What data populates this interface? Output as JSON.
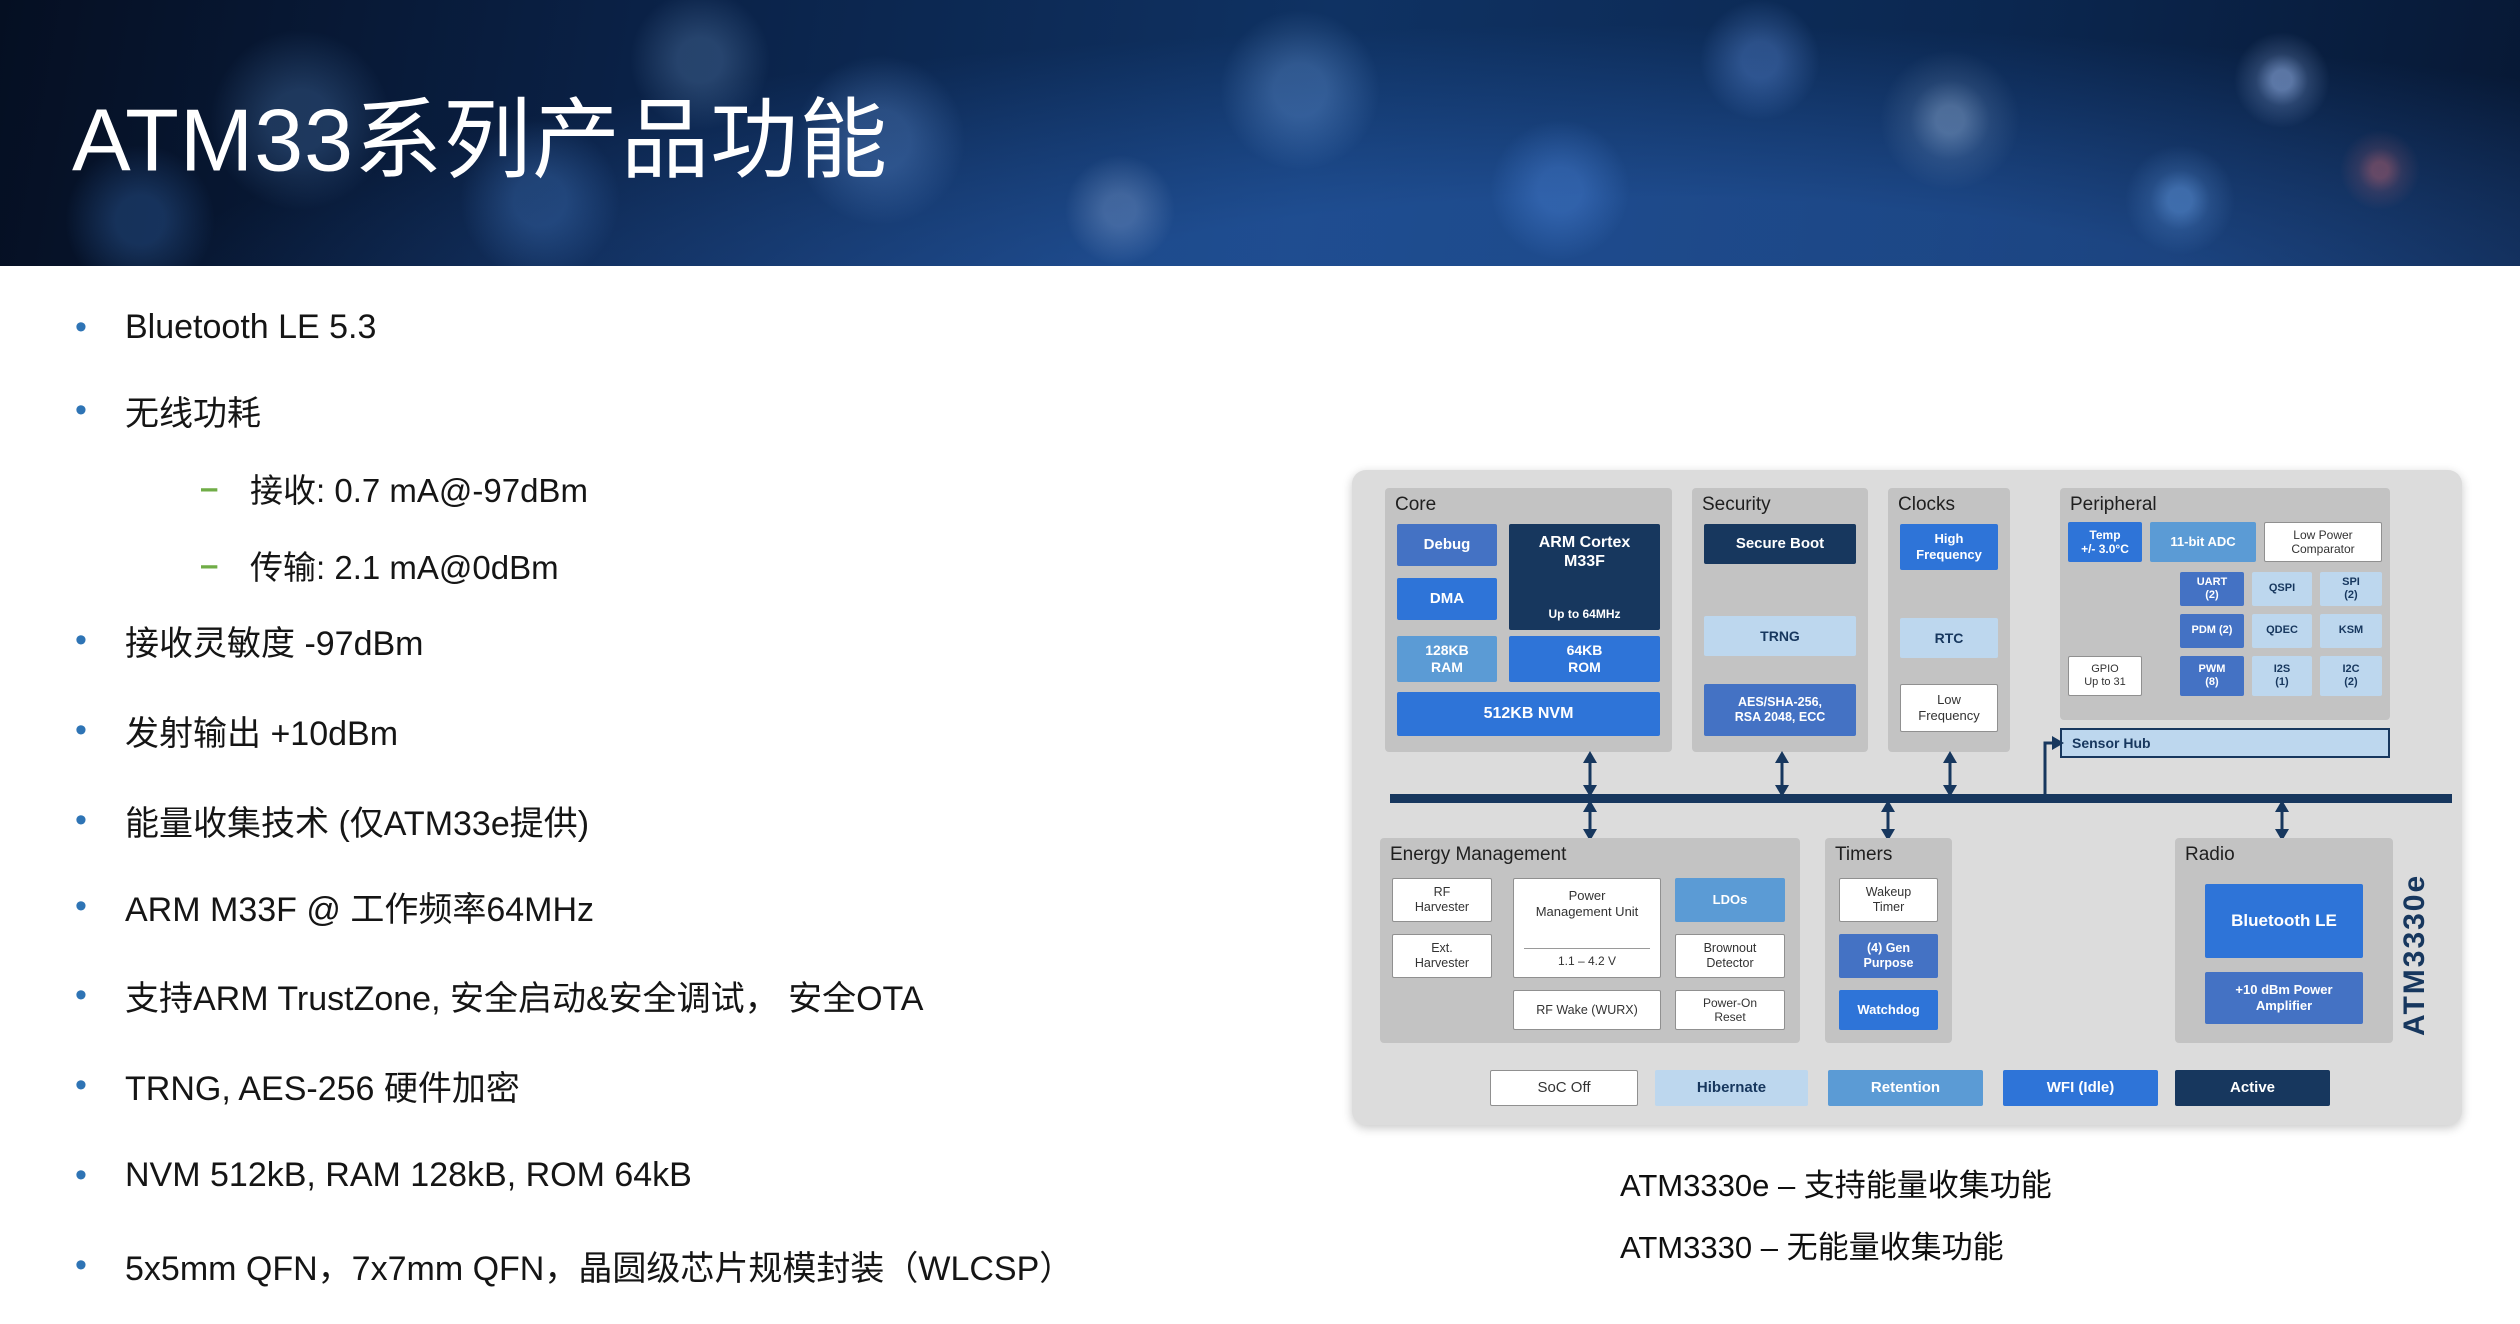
{
  "title": "ATM33系列产品功能",
  "bullets": [
    "Bluetooth LE 5.3",
    "无线功耗",
    "接收:  0.7 mA@-97dBm",
    "传输:  2.1 mA@0dBm",
    "接收灵敏度 -97dBm",
    "发射输出 +10dBm",
    "能量收集技术 (仅ATM33e提供)",
    "ARM M33F @ 工作频率64MHz",
    "支持ARM TrustZone, 安全启动&安全调试， 安全OTA",
    "TRNG, AES-256 硬件加密",
    "NVM 512kB, RAM 128kB, ROM 64kB",
    "5x5mm QFN，7x7mm QFN，晶圆级芯片规模封装（WLCSP）"
  ],
  "diagram": {
    "part_label": "ATM3330e",
    "core": {
      "title": "Core",
      "debug": "Debug",
      "dma": "DMA",
      "ram": "128KB\nRAM",
      "cortex": "ARM Cortex\nM33F",
      "cortex_sub": "Up to 64MHz",
      "rom": "64KB\nROM",
      "nvm": "512KB NVM"
    },
    "security": {
      "title": "Security",
      "secure_boot": "Secure Boot",
      "trng": "TRNG",
      "crypto": "AES/SHA-256,\nRSA 2048, ECC"
    },
    "clocks": {
      "title": "Clocks",
      "high": "High\nFrequency",
      "rtc": "RTC",
      "low": "Low\nFrequency"
    },
    "peripheral": {
      "title": "Peripheral",
      "temp": "Temp\n+/- 3.0°C",
      "adc": "11-bit ADC",
      "comparator": "Low Power\nComparator",
      "uart": "UART\n(2)",
      "qspi": "QSPI",
      "spi": "SPI\n(2)",
      "pdm": "PDM (2)",
      "qdec": "QDEC",
      "ksm": "KSM",
      "gpio": "GPIO\nUp to 31",
      "pwm": "PWM\n(8)",
      "i2s": "I2S\n(1)",
      "i2c": "I2C\n(2)",
      "sensor_hub": "Sensor Hub"
    },
    "energy": {
      "title": "Energy Management",
      "rf_harv": "RF\nHarvester",
      "ext_harv": "Ext.\nHarvester",
      "pmu": "Power\nManagement Unit",
      "pmu_sub": "1.1 – 4.2 V",
      "ldos": "LDOs",
      "brownout": "Brownout\nDetector",
      "rf_wake": "RF Wake (WURX)",
      "por": "Power-On\nReset"
    },
    "timers": {
      "title": "Timers",
      "wakeup": "Wakeup\nTimer",
      "gen": "(4) Gen\nPurpose",
      "watchdog": "Watchdog"
    },
    "radio": {
      "title": "Radio",
      "ble": "Bluetooth LE",
      "pa": "+10 dBm Power\nAmplifier"
    },
    "power_states": [
      "SoC Off",
      "Hibernate",
      "Retention",
      "WFI (Idle)",
      "Active"
    ]
  },
  "captions": [
    "ATM3330e – 支持能量收集功能",
    "ATM3330 – 无能量收集功能"
  ],
  "colors": {
    "navy": "#17375E",
    "vivid_blue": "#2E74D8",
    "medium_blue": "#4472C4",
    "steel_blue": "#5B9BD5",
    "light_blue": "#BDD7EE",
    "bullet_blue": "#2E74B5",
    "dash_green": "#70AD47",
    "panel_gray": "#C3C3C3",
    "outer_gray": "#DCDCDC"
  }
}
